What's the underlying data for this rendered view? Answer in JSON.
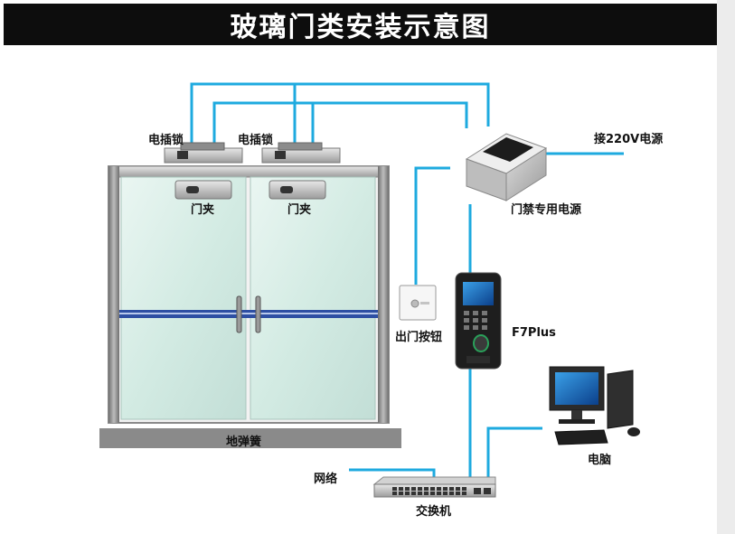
{
  "title": "玻璃门类安装示意图",
  "labels": {
    "lock_left": "电插锁",
    "lock_right": "电插锁",
    "clamp_left": "门夹",
    "clamp_right": "门夹",
    "power_source": "接220V电源",
    "access_power": "门禁专用电源",
    "exit_button": "出门按钮",
    "terminal": "F7Plus",
    "floor_spring": "地弹簧",
    "network": "网络",
    "switch": "交换机",
    "computer": "电脑"
  },
  "colors": {
    "wire": "#1eaadf",
    "title_bg": "#0d0d0d",
    "floor": "#8a8a8a"
  }
}
